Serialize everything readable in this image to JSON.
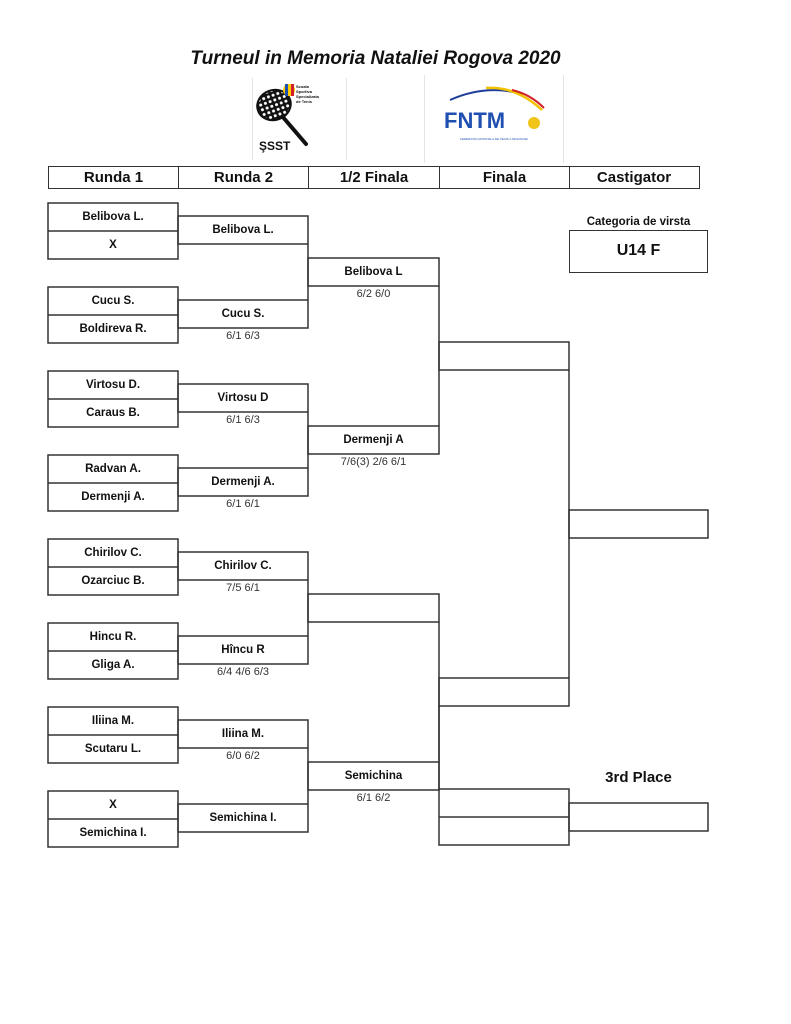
{
  "title": "Turneul in Memoria Nataliei Rogova 2020",
  "logos": {
    "left": {
      "name": "SSST",
      "text": "ŞSST",
      "lines": [
        "Scoala",
        "Sportiva",
        "Specializata",
        "de Tenis"
      ]
    },
    "right": {
      "name": "FNTM",
      "text": "FNTM",
      "subtitle": "FEDERATIA NATIONALA DE TENIS A MOLDOVEI"
    }
  },
  "header": [
    "Runda 1",
    "Runda 2",
    "1/2 Finala",
    "Finala",
    "Castigator"
  ],
  "category": {
    "label": "Categoria de virsta",
    "value": "U14 F"
  },
  "third_place_label": "3rd Place",
  "round1": [
    [
      "Belibova L.",
      "X"
    ],
    [
      "Cucu S.",
      "Boldireva R."
    ],
    [
      "Virtosu D.",
      "Caraus B."
    ],
    [
      "Radvan A.",
      "Dermenji A."
    ],
    [
      "Chirilov C.",
      "Ozarciuc B."
    ],
    [
      "Hincu R.",
      "Gliga A."
    ],
    [
      "Iliina M.",
      "Scutaru L."
    ],
    [
      "X",
      "Semichina I."
    ]
  ],
  "round2": [
    {
      "name": "Belibova L.",
      "score": ""
    },
    {
      "name": "Cucu S.",
      "score": "6/1  6/3"
    },
    {
      "name": "Virtosu D",
      "score": "6/1  6/3"
    },
    {
      "name": "Dermenji A.",
      "score": "6/1  6/1"
    },
    {
      "name": "Chirilov C.",
      "score": "7/5  6/1"
    },
    {
      "name": "Hîncu R",
      "score": "6/4 4/6 6/3"
    },
    {
      "name": "Iliina M.",
      "score": "6/0  6/2"
    },
    {
      "name": "Semichina I.",
      "score": ""
    }
  ],
  "semifinal": [
    {
      "name": "Belibova L",
      "score": "6/2  6/0"
    },
    {
      "name": "Dermenji A",
      "score": "7/6(3) 2/6 6/1"
    },
    {
      "name": "",
      "score": ""
    },
    {
      "name": "Semichina",
      "score": "6/1  6/2"
    }
  ],
  "final": [
    {
      "name": "",
      "score": ""
    },
    {
      "name": "",
      "score": ""
    }
  ],
  "winner": {
    "name": ""
  },
  "third_place": {
    "players": [
      "",
      ""
    ],
    "winner": ""
  }
}
